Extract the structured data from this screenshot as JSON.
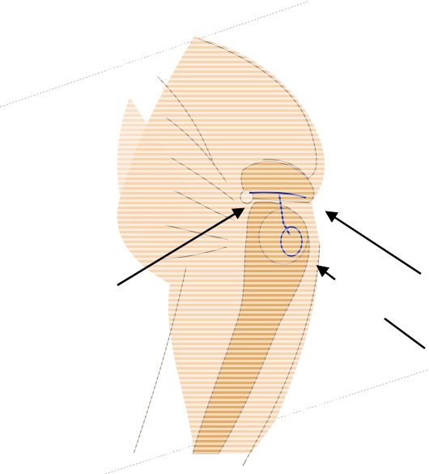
{
  "figure": {
    "kind": "anatomical illustration",
    "palette": {
      "skin": "#f3c79a",
      "bone": "#e8b878",
      "outline": "#8a7a66",
      "stripe": "#ffffff",
      "marking": "#1a2aa8",
      "arrow": "#000000",
      "frame_line": "#b8b8b8"
    },
    "callouts": [
      {
        "id": "arrow-left",
        "description": ""
      },
      {
        "id": "arrow-right-upper",
        "description": ""
      },
      {
        "id": "arrow-right-lower",
        "description": ""
      },
      {
        "id": "leader-line",
        "description": ""
      }
    ]
  }
}
